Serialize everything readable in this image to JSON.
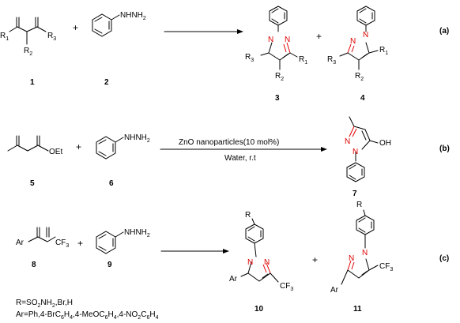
{
  "scheme_a": {
    "tag": "(a)",
    "plus_1": "+",
    "plus_2": "+",
    "reactant_1": {
      "number": "1",
      "r1": "R",
      "r1_sub": "1",
      "r2": "R",
      "r2_sub": "2",
      "r3": "R",
      "r3_sub": "3"
    },
    "reactant_2": {
      "number": "2",
      "group": "NHNH",
      "group_sub": "2"
    },
    "product_3": {
      "number": "3",
      "n1": "N",
      "n2": "N",
      "r1": "R",
      "r1_sub": "1",
      "r2": "R",
      "r2_sub": "2",
      "r3": "R",
      "r3_sub": "3"
    },
    "product_4": {
      "number": "4",
      "n1": "N",
      "n2": "N",
      "r1": "R",
      "r1_sub": "1",
      "r2": "R",
      "r2_sub": "2",
      "r3": "R",
      "r3_sub": "3"
    }
  },
  "scheme_b": {
    "tag": "(b)",
    "plus": "+",
    "reactant_5": {
      "number": "5",
      "ester": "OEt"
    },
    "reactant_6": {
      "number": "6",
      "group": "NHNH",
      "group_sub": "2"
    },
    "conditions_top": "ZnO nanoparticles(10 mol%)",
    "conditions_bottom": "Water, r.t",
    "product_7": {
      "number": "7",
      "n1": "N",
      "n2": "N",
      "oh": "OH"
    }
  },
  "scheme_c": {
    "tag": "(c)",
    "plus_1": "+",
    "plus_2": "+",
    "reactant_8": {
      "number": "8",
      "ar": "Ar",
      "cf3": "CF",
      "cf3_sub": "3"
    },
    "reactant_9": {
      "number": "9",
      "group": "NHNH",
      "group_sub": "2"
    },
    "product_10": {
      "number": "10",
      "r": "R",
      "ar": "Ar",
      "n1": "N",
      "n2": "N",
      "cf3": "CF",
      "cf3_sub": "3"
    },
    "product_11": {
      "number": "11",
      "r": "R",
      "ar": "Ar",
      "n1": "N",
      "n2": "N",
      "cf3": "CF",
      "cf3_sub": "3"
    },
    "note_r": {
      "a": "R=SO",
      "a_sub": "2",
      "b": "NH",
      "b_sub": "2",
      "c": ",Br,H"
    },
    "note_ar": {
      "a": "Ar=Ph,4-BrC",
      "a_sub": "6",
      "b": "H",
      "b_sub": "4",
      "c": ",4-MeOC",
      "c_sub": "6",
      "d": "H",
      "d_sub": "4",
      "e": ",4-NO",
      "e_sub": "2",
      "f": "C",
      "f_sub": "6",
      "g": "H",
      "g_sub": "4"
    }
  }
}
